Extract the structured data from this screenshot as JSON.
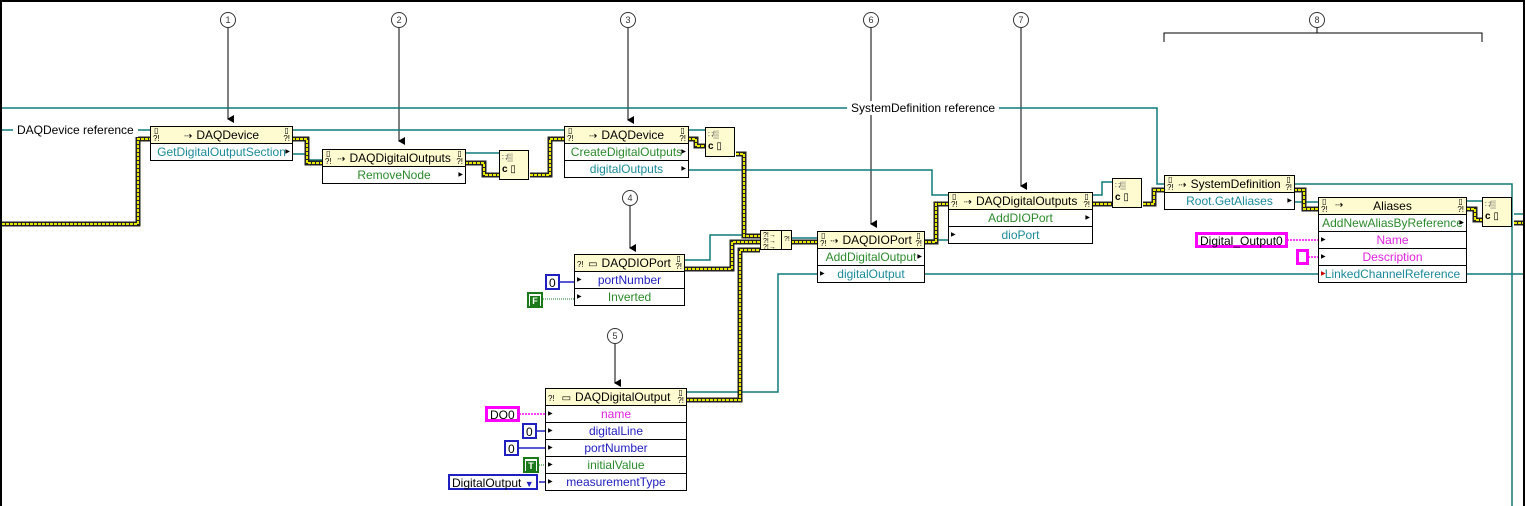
{
  "callouts": [
    "1",
    "2",
    "3",
    "4",
    "5",
    "6",
    "7",
    "8"
  ],
  "labels": {
    "daqdevice_ref": "DAQDevice reference",
    "sysdef_ref": "SystemDefinition reference"
  },
  "nodes": {
    "daqdevice1": {
      "class": "DAQDevice",
      "rows": [
        "GetDigitalOutputSection"
      ]
    },
    "daqdigitaloutputs1": {
      "class": "DAQDigitalOutputs",
      "rows": [
        "RemoveNode"
      ]
    },
    "daqdevice2": {
      "class": "DAQDevice",
      "rows": [
        "CreateDigitalOutputs",
        "digitalOutputs"
      ]
    },
    "daqdioport_ctor": {
      "class": "DAQDIOPort",
      "rows": [
        "portNumber",
        "Inverted"
      ]
    },
    "daqdigitaloutput_ctor": {
      "class": "DAQDigitalOutput",
      "rows": [
        "name",
        "digitalLine",
        "portNumber",
        "initialValue",
        "measurementType"
      ]
    },
    "daqdioport2": {
      "class": "DAQDIOPort",
      "rows": [
        "AddDigitalOutput",
        "digitalOutput"
      ]
    },
    "daqdigitaloutputs2": {
      "class": "DAQDigitalOutputs",
      "rows": [
        "AddDIOPort",
        "dioPort"
      ]
    },
    "systemdefinition": {
      "class": "SystemDefinition",
      "rows": [
        "Root.GetAliases"
      ]
    },
    "aliases": {
      "class": "Aliases",
      "rows": [
        "AddNewAliasByReference",
        "Name",
        "Description",
        "LinkedChannelReference"
      ]
    }
  },
  "constants": {
    "port_number_a": "0",
    "inverted": "F",
    "do_name": "DO0",
    "digital_line": "0",
    "port_number_b": "0",
    "initial_value": "T",
    "measurement_type": "DigitalOutput",
    "alias_name": "Digital_Output0",
    "alias_description": ""
  },
  "error_node_text": {
    "top": "∷/▒",
    "bottom": "c ▯"
  },
  "colors": {
    "reference_wire": "#0f7a7a",
    "error_wire": "#e8e800",
    "string_wire": "#ff00ff",
    "numeric_wire": "#2020c0",
    "boolean_wire": "#1a7a1a",
    "node_header": "#fffbd0"
  }
}
